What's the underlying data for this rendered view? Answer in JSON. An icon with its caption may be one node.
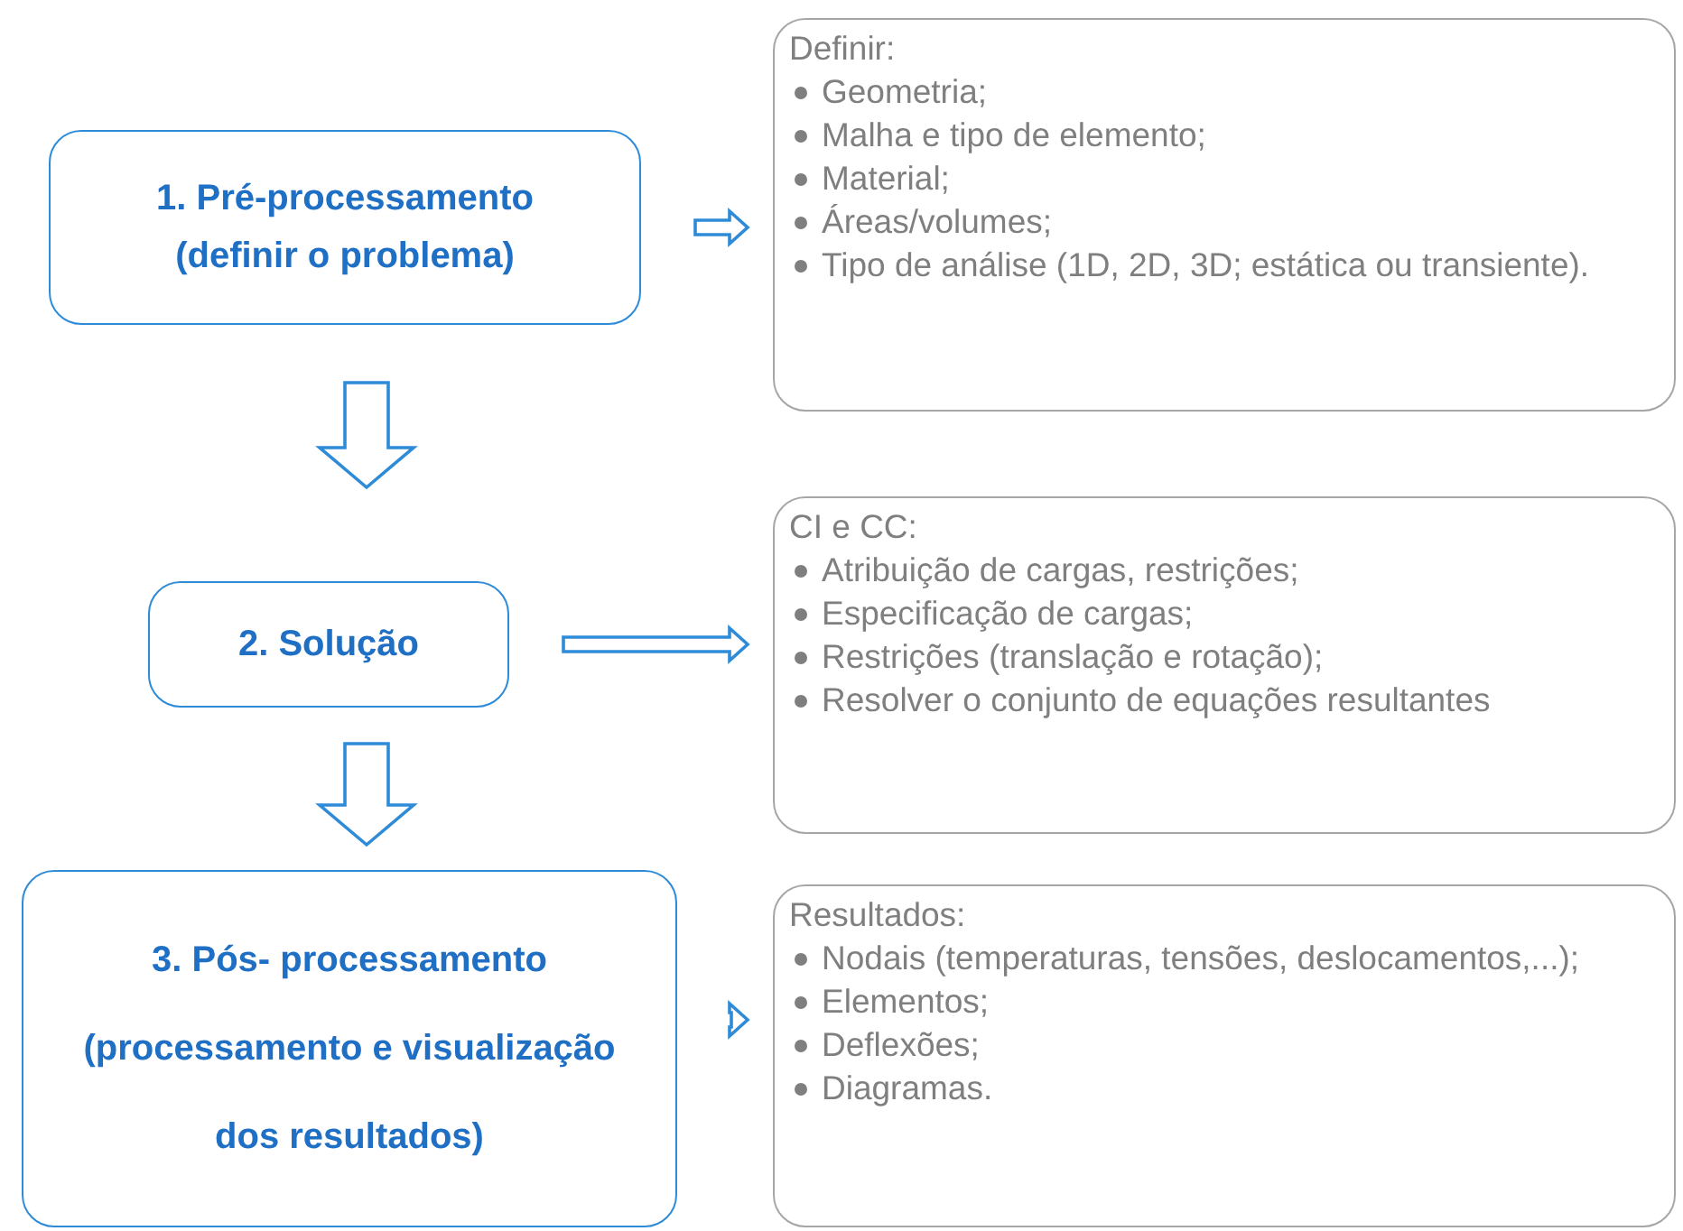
{
  "diagram": {
    "nodes": [
      {
        "text": [
          "1. Pré-processamento (definir o problema)"
        ]
      },
      {
        "text": [
          "Definir:",
          "Geometria;",
          "Malha e tipo de elemento;",
          "Material;",
          "Áreas/volumes;",
          "Tipo de análise (1D, 2D, 3D; estática ou transiente)."
        ]
      },
      {
        "text": [
          "2. Solução"
        ]
      },
      {
        "text": [
          "CI e CC:",
          "Atribuição de cargas, restrições;",
          "Especificação de cargas;",
          "Restrições (translação e rotação);",
          "Resolver o conjunto de equações resultantes"
        ]
      },
      {
        "text": [
          "3. Pós- processamento (processamento e visualização dos resultados)"
        ]
      },
      {
        "text": [
          "Resultados:",
          "Nodais (temperaturas, tensões, deslocamentos,...);",
          "Elementos;",
          "Deflexões;",
          "Diagramas."
        ]
      }
    ],
    "edges": [
      {
        "from": 0,
        "to": 1,
        "arrow": "to"
      },
      {
        "from": 0,
        "to": 2,
        "arrow": "to"
      },
      {
        "from": 2,
        "to": 3,
        "arrow": "to"
      },
      {
        "from": 2,
        "to": 4,
        "arrow": "to"
      },
      {
        "from": 4,
        "to": 5,
        "arrow": "to"
      }
    ]
  }
}
